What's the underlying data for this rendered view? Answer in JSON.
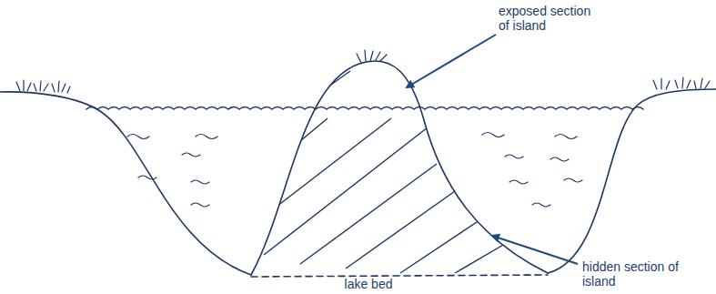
{
  "diagram": {
    "labels": [
      "exposed section of island",
      "lake bed",
      "hidden section of island"
    ]
  }
}
